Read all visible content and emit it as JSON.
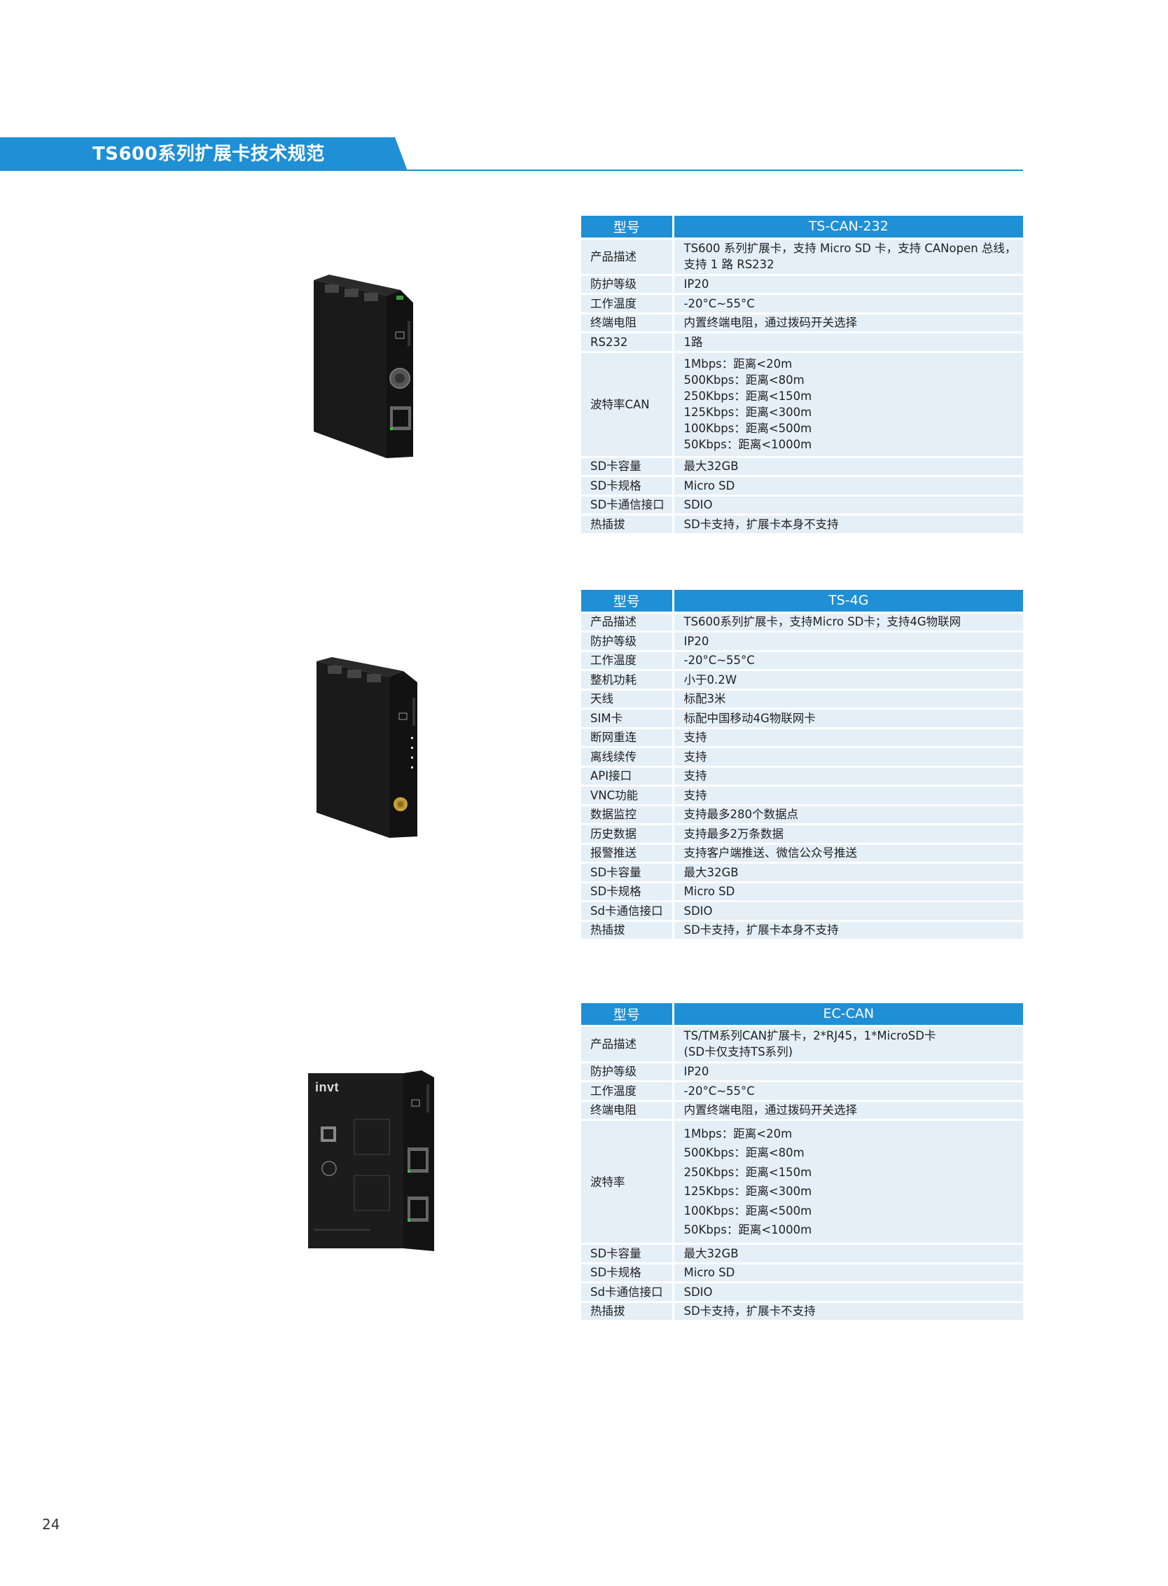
{
  "header": {
    "title": "TS600系列扩展卡技术规范"
  },
  "tables": [
    {
      "header": {
        "key": "型号",
        "value": "TS-CAN-232"
      },
      "rows": [
        {
          "key": "产品描述",
          "lines": [
            "TS600 系列扩展卡，支持 Micro SD 卡，支持 CANopen 总线，",
            "支持 1 路 RS232"
          ]
        },
        {
          "key": "防护等级",
          "lines": [
            "IP20"
          ]
        },
        {
          "key": "工作温度",
          "lines": [
            "-20°C~55°C"
          ]
        },
        {
          "key": "终端电阻",
          "lines": [
            "内置终端电阻，通过拨码开关选择"
          ]
        },
        {
          "key": "RS232",
          "lines": [
            "1路"
          ]
        },
        {
          "key": "波特率CAN",
          "lines": [
            "1Mbps：距离<20m",
            "500Kbps：距离<80m",
            "250Kbps：距离<150m",
            "125Kbps：距离<300m",
            "100Kbps：距离<500m",
            "50Kbps：距离<1000m"
          ]
        },
        {
          "key": "SD卡容量",
          "lines": [
            "最大32GB"
          ]
        },
        {
          "key": "SD卡规格",
          "lines": [
            "Micro SD"
          ]
        },
        {
          "key": "SD卡通信接口",
          "lines": [
            "SDIO"
          ]
        },
        {
          "key": "热插拔",
          "lines": [
            "SD卡支持，扩展卡本身不支持"
          ]
        }
      ]
    },
    {
      "header": {
        "key": "型号",
        "value": "TS-4G"
      },
      "rows": [
        {
          "key": "产品描述",
          "lines": [
            "TS600系列扩展卡，支持Micro SD卡；支持4G物联网"
          ]
        },
        {
          "key": "防护等级",
          "lines": [
            "IP20"
          ]
        },
        {
          "key": "工作温度",
          "lines": [
            "-20°C~55°C"
          ]
        },
        {
          "key": "整机功耗",
          "lines": [
            "小于0.2W"
          ]
        },
        {
          "key": "天线",
          "lines": [
            "标配3米"
          ]
        },
        {
          "key": "SIM卡",
          "lines": [
            "标配中国移动4G物联网卡"
          ]
        },
        {
          "key": "断网重连",
          "lines": [
            "支持"
          ]
        },
        {
          "key": "离线续传",
          "lines": [
            "支持"
          ]
        },
        {
          "key": "API接口",
          "lines": [
            "支持"
          ]
        },
        {
          "key": "VNC功能",
          "lines": [
            "支持"
          ]
        },
        {
          "key": "数据监控",
          "lines": [
            "支持最多280个数据点"
          ]
        },
        {
          "key": "历史数据",
          "lines": [
            "支持最多2万条数据"
          ]
        },
        {
          "key": "报警推送",
          "lines": [
            "支持客户端推送、微信公众号推送"
          ]
        },
        {
          "key": "SD卡容量",
          "lines": [
            "最大32GB"
          ]
        },
        {
          "key": "SD卡规格",
          "lines": [
            "Micro SD"
          ]
        },
        {
          "key": "Sd卡通信接口",
          "lines": [
            "SDIO"
          ]
        },
        {
          "key": "热插拔",
          "lines": [
            "SD卡支持，扩展卡本身不支持"
          ]
        }
      ]
    },
    {
      "header": {
        "key": "型号",
        "value": "EC-CAN"
      },
      "rows": [
        {
          "key": "产品描述",
          "lines": [
            "TS/TM系列CAN扩展卡，2*RJ45，1*MicroSD卡",
            "(SD卡仅支持TS系列)"
          ]
        },
        {
          "key": "防护等级",
          "lines": [
            "IP20"
          ]
        },
        {
          "key": "工作温度",
          "lines": [
            "-20°C~55°C"
          ]
        },
        {
          "key": "终端电阻",
          "lines": [
            "内置终端电阻，通过拨码开关选择"
          ]
        },
        {
          "key": "波特率",
          "lines": [
            "1Mbps：距离<20m",
            "500Kbps：距离<80m",
            "250Kbps：距离<150m",
            "125Kbps：距离<300m",
            "100Kbps：距离<500m",
            "50Kbps：距离<1000m"
          ]
        },
        {
          "key": "SD卡容量",
          "lines": [
            "最大32GB"
          ]
        },
        {
          "key": "SD卡规格",
          "lines": [
            "Micro SD"
          ]
        },
        {
          "key": "Sd卡通信接口",
          "lines": [
            "SDIO"
          ]
        },
        {
          "key": "热插拔",
          "lines": [
            "SD卡支持，扩展卡不支持"
          ]
        }
      ]
    }
  ],
  "images": {
    "ec_can_brand": "invt"
  },
  "footer": {
    "page_number": "24"
  }
}
